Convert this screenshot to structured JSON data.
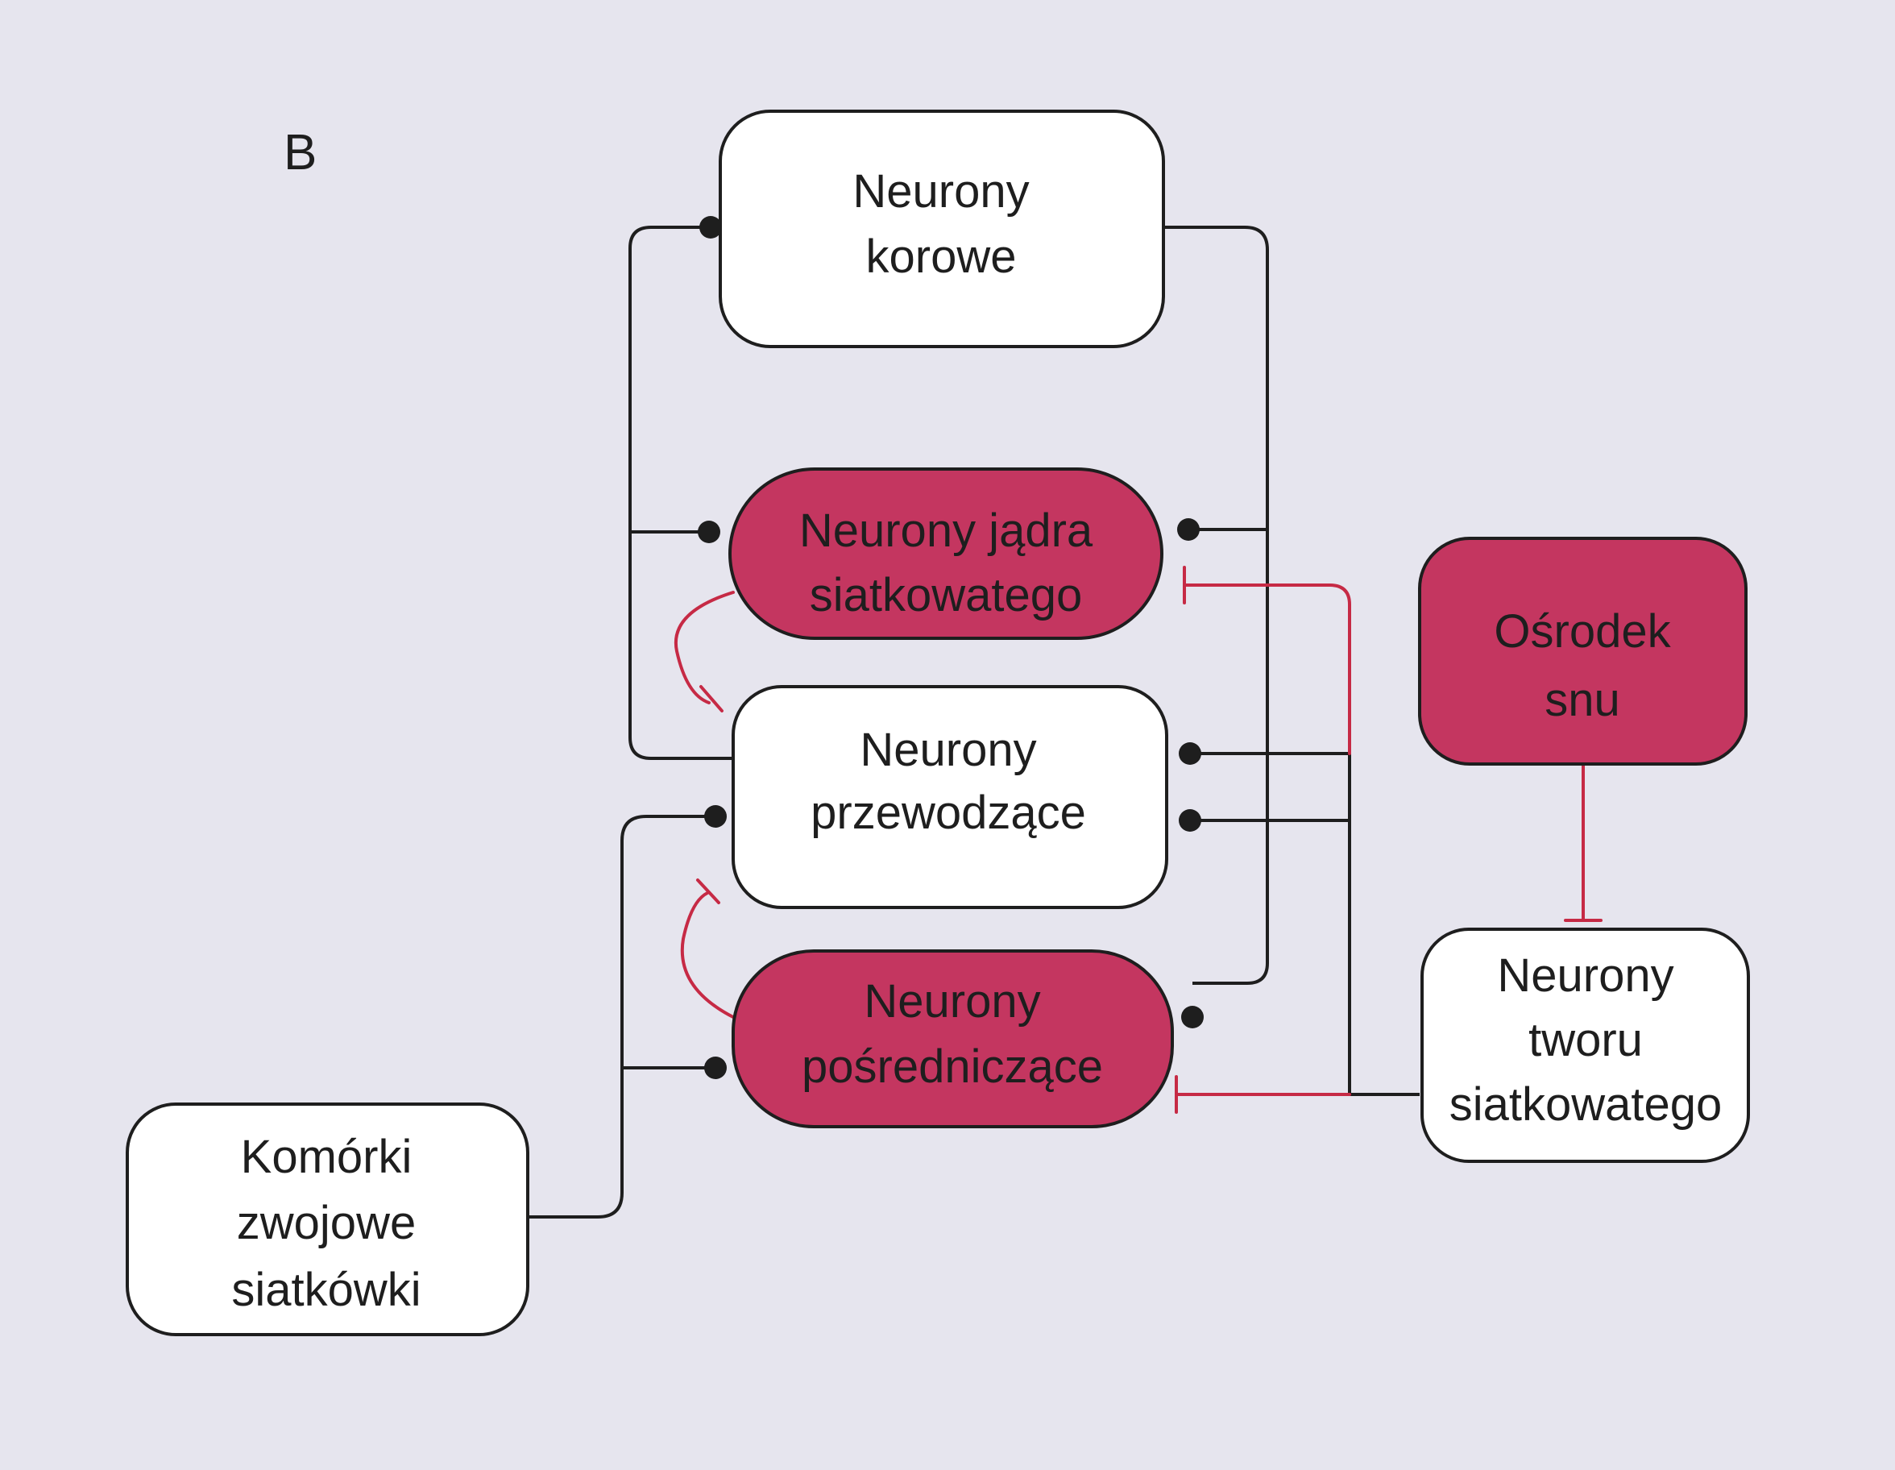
{
  "panel": {
    "letter": "B"
  },
  "colors": {
    "background": "#e6e5ee",
    "node_white": "#ffffff",
    "node_accent": "#c43660",
    "stroke": "#1e1e1e",
    "inhibitory": "#c62a45"
  },
  "nodes": {
    "cortical": {
      "line1": "Neurony",
      "line2": "korowe"
    },
    "reticular_nucleus": {
      "line1": "Neurony jądra",
      "line2": "siatkowatego"
    },
    "relay": {
      "line1": "Neurony",
      "line2": "przewodzące"
    },
    "interneurons": {
      "line1": "Neurony",
      "line2": "pośredniczące"
    },
    "retinal_ganglion": {
      "line1": "Komórki",
      "line2": "zwojowe",
      "line3": "siatkówki"
    },
    "sleep_center": {
      "line1": "Ośrodek",
      "line2": "snu"
    },
    "reticular_formation": {
      "line1": "Neurony",
      "line2": "tworu",
      "line3": "siatkowatego"
    }
  }
}
